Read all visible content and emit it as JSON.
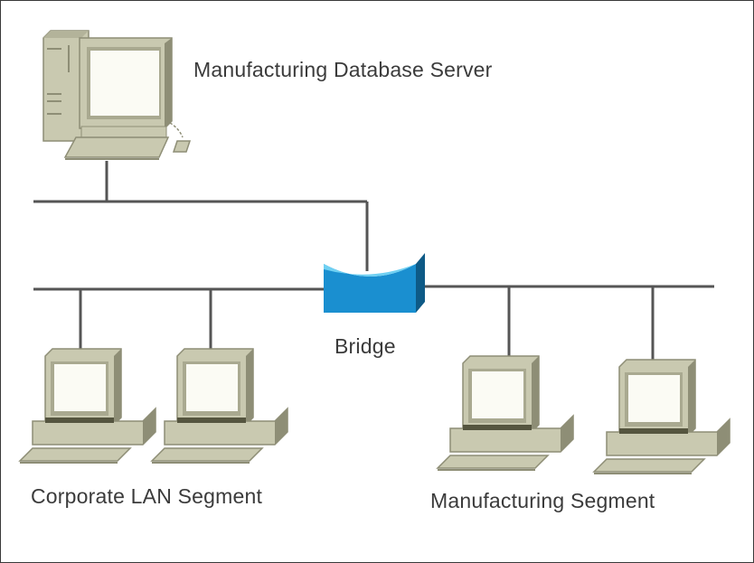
{
  "diagram": {
    "title": "Bridged network segments",
    "colors": {
      "line": "#555555",
      "device_beige": "#c9c9b0",
      "device_dark": "#8e8e76",
      "screen": "#fbfbf4",
      "bridge_blue": "#1a8fd0",
      "bridge_dark": "#0e5a86",
      "bridge_light": "#6fd0f2"
    },
    "nodes": [
      {
        "id": "server",
        "type": "workstation-tower",
        "label": "Manufacturing Database Server"
      },
      {
        "id": "bridge",
        "type": "bridge",
        "label": "Bridge"
      },
      {
        "id": "corp-pc-1",
        "type": "workstation",
        "segment": "corporate"
      },
      {
        "id": "corp-pc-2",
        "type": "workstation",
        "segment": "corporate"
      },
      {
        "id": "mfg-pc-1",
        "type": "workstation",
        "segment": "manufacturing"
      },
      {
        "id": "mfg-pc-2",
        "type": "workstation",
        "segment": "manufacturing"
      }
    ],
    "segments": [
      {
        "id": "corporate",
        "label": "Corporate LAN Segment"
      },
      {
        "id": "manufacturing",
        "label": "Manufacturing Segment"
      }
    ],
    "edges": [
      {
        "from": "server",
        "to": "bridge"
      },
      {
        "from": "bridge",
        "to": "corporate"
      },
      {
        "from": "bridge",
        "to": "manufacturing"
      }
    ]
  }
}
